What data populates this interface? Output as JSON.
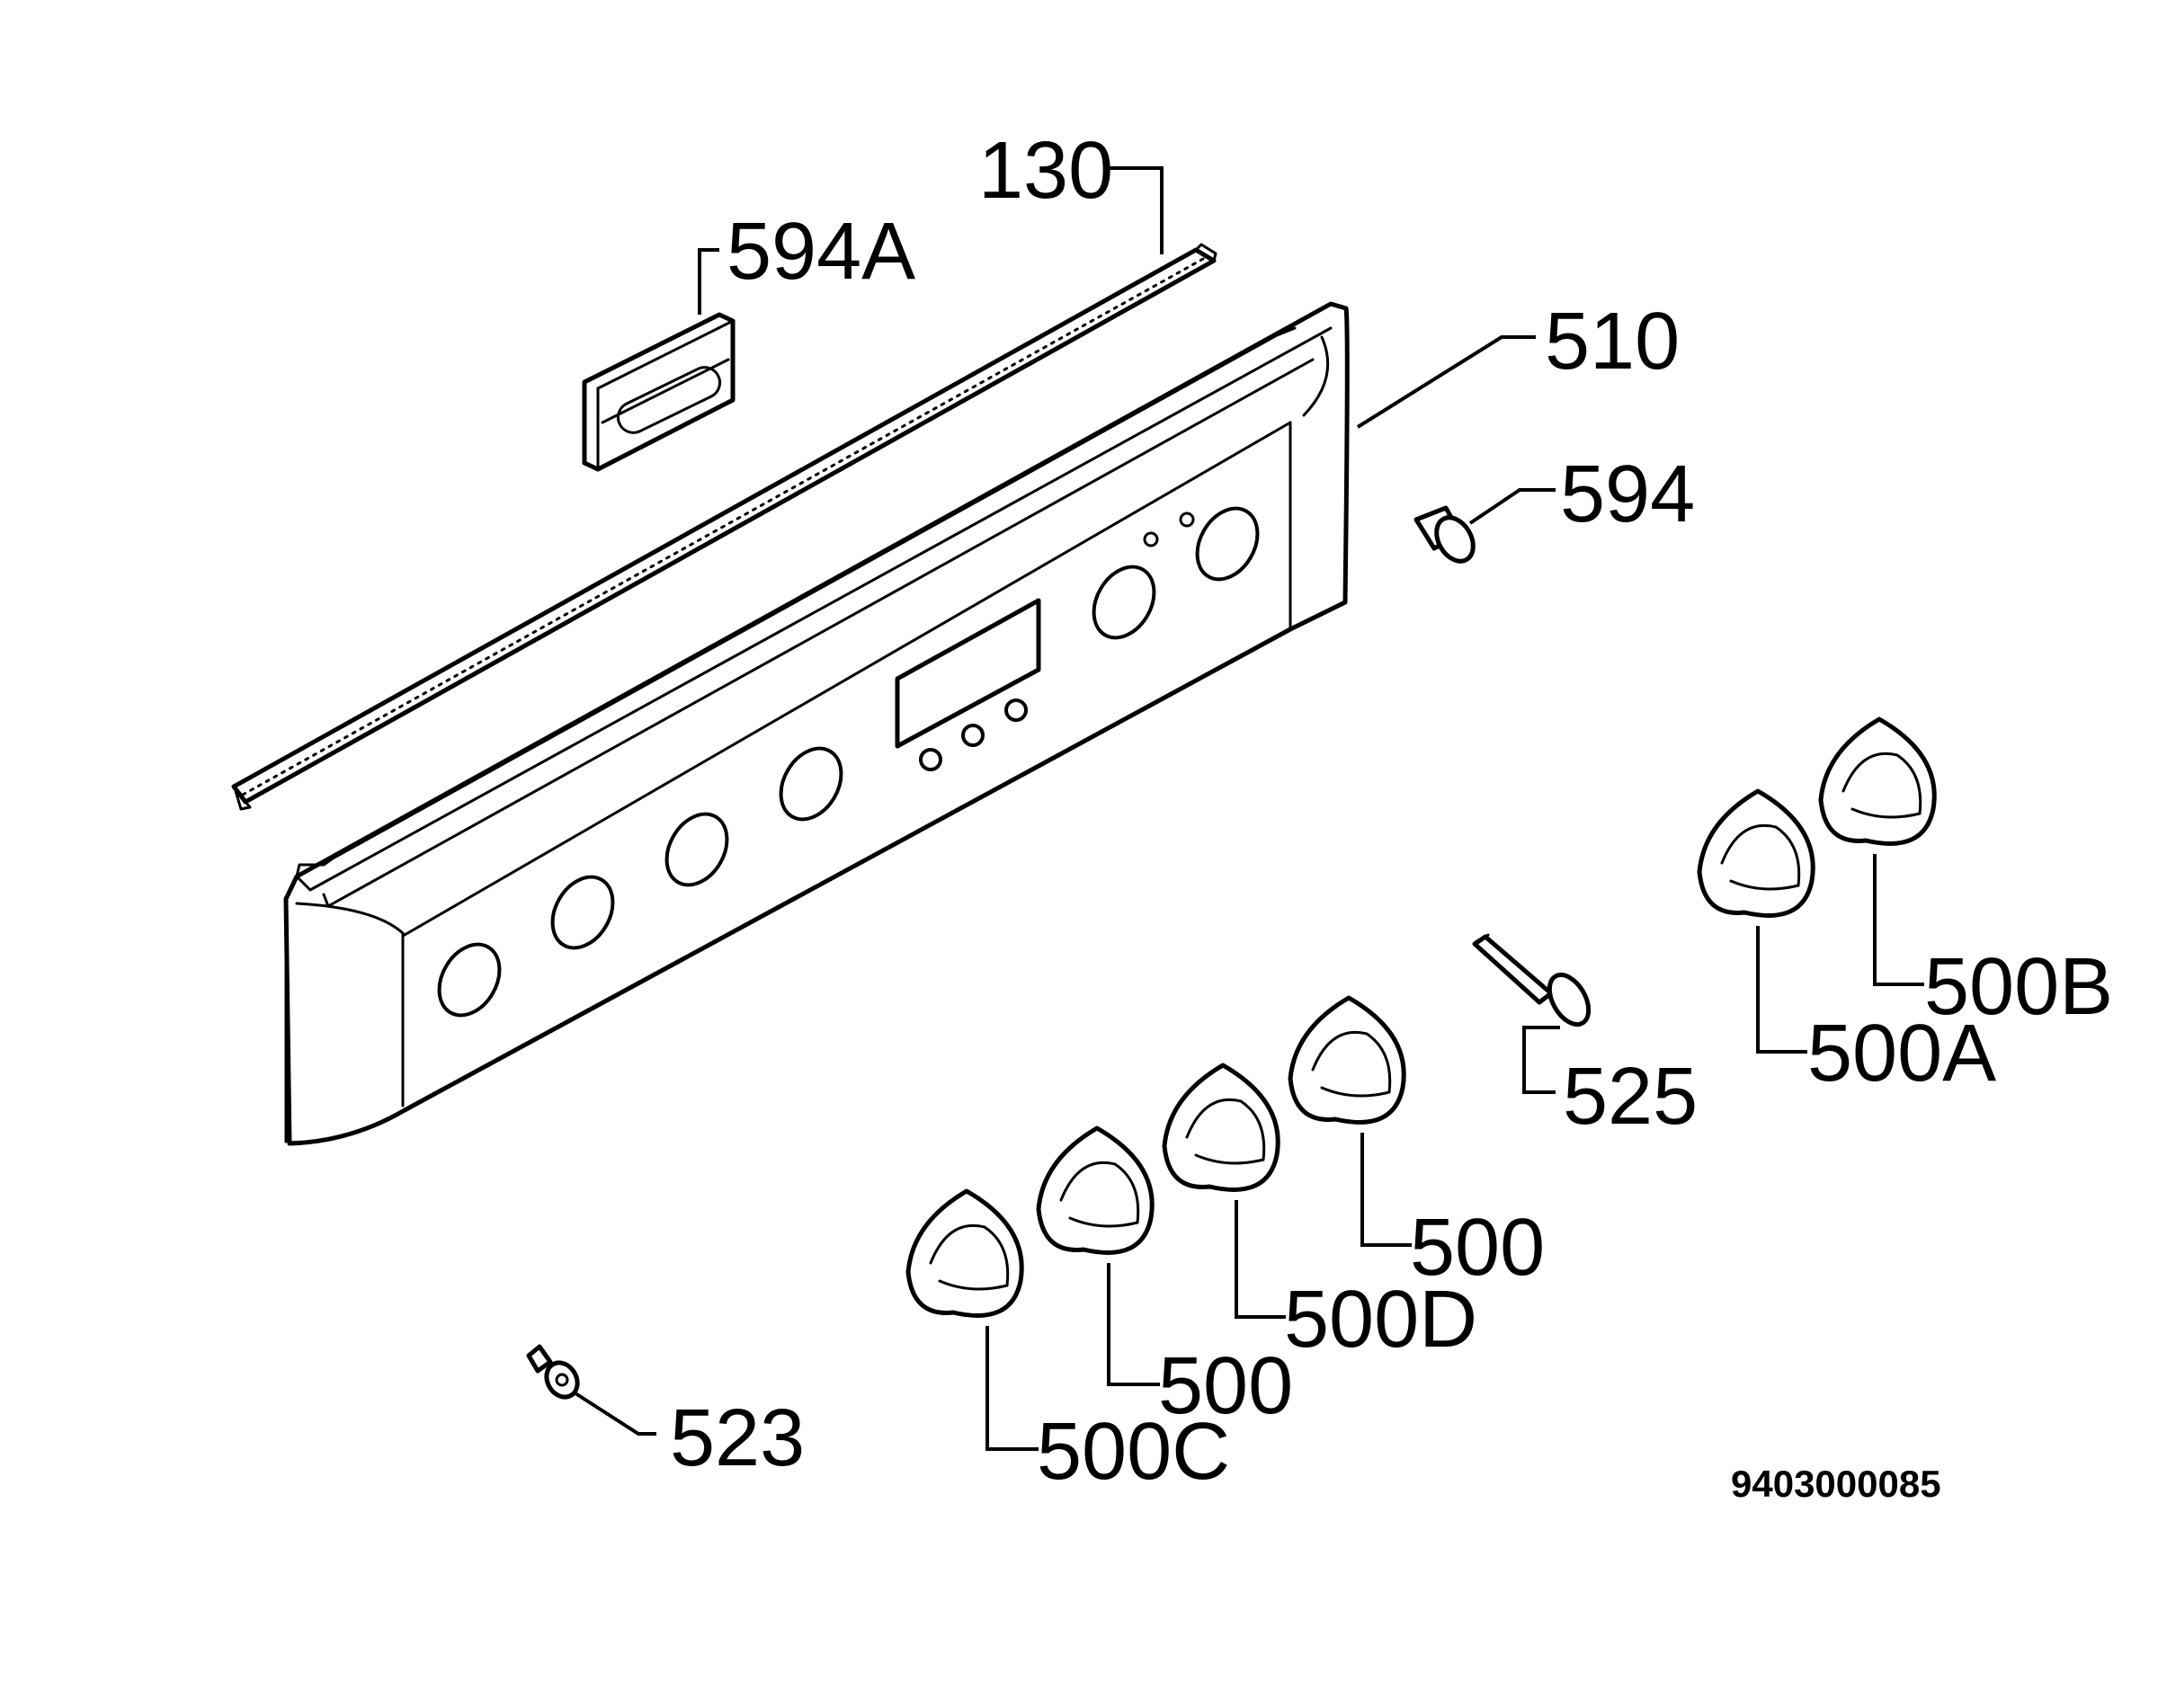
{
  "labels": {
    "l130": "130",
    "l594a": "594A",
    "l510": "510",
    "l594": "594",
    "l525": "525",
    "l500b": "500B",
    "l500a": "500A",
    "l500_1": "500",
    "l500d": "500D",
    "l500_2": "500",
    "l500c": "500C",
    "l523": "523"
  },
  "drawing_number": "9403000085"
}
